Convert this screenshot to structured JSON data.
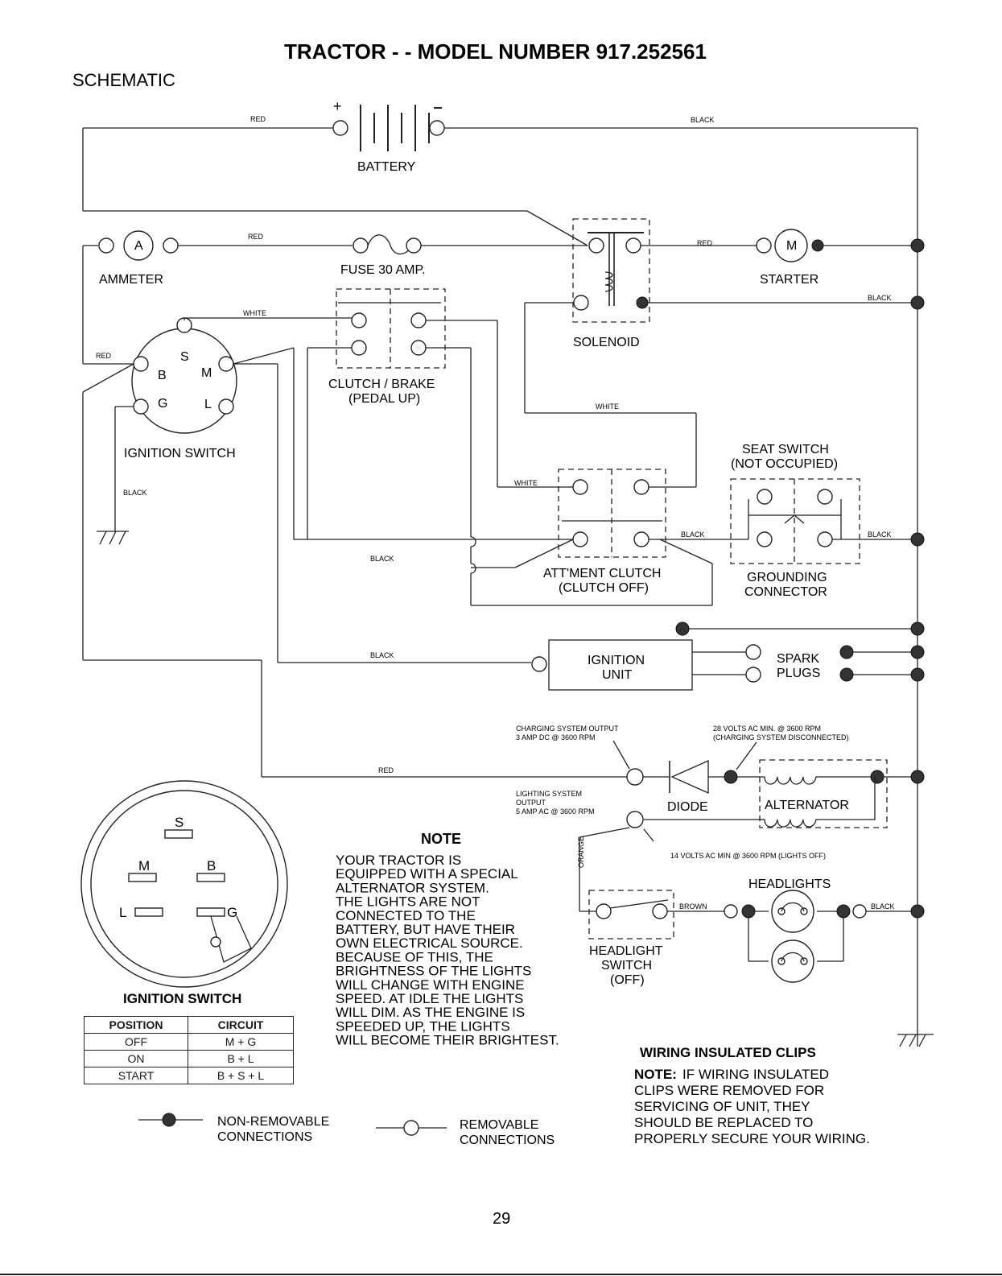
{
  "title": "TRACTOR - - MODEL NUMBER 917.252561",
  "section": "SCHEMATIC",
  "components": {
    "battery": "BATTERY",
    "ammeter": "AMMETER",
    "ammeter_symbol": "A",
    "fuse": "FUSE 30 AMP.",
    "starter": "STARTER",
    "starter_symbol": "M",
    "solenoid": "SOLENOID",
    "clutch_brake": "CLUTCH / BRAKE",
    "clutch_brake_sub": "(PEDAL UP)",
    "ignition_switch": "IGNITION SWITCH",
    "seat_switch": "SEAT SWITCH",
    "seat_switch_sub": "(NOT OCCUPIED)",
    "attment_clutch": "ATT'MENT CLUTCH",
    "attment_clutch_sub": "(CLUTCH OFF)",
    "grounding_connector_1": "GROUNDING",
    "grounding_connector_2": "CONNECTOR",
    "ignition_unit_1": "IGNITION",
    "ignition_unit_2": "UNIT",
    "spark_plugs_1": "SPARK",
    "spark_plugs_2": "PLUGS",
    "diode": "DIODE",
    "alternator": "ALTERNATOR",
    "headlights": "HEADLIGHTS",
    "headlight_switch_1": "HEADLIGHT",
    "headlight_switch_2": "SWITCH",
    "headlight_switch_3": "(OFF)"
  },
  "ignition_terminals": {
    "s": "S",
    "b": "B",
    "m": "M",
    "g": "G",
    "l": "L"
  },
  "wires": {
    "red": "RED",
    "black": "BLACK",
    "white": "WHITE",
    "orange": "ORANGE",
    "brown": "BROWN"
  },
  "annotations": {
    "charging_1": "CHARGING SYSTEM OUTPUT",
    "charging_2": "3 AMP DC @ 3600 RPM",
    "ac28_1": "28 VOLTS AC MIN. @ 3600 RPM",
    "ac28_2": "(CHARGING SYSTEM DISCONNECTED)",
    "lighting_1": "LIGHTING SYSTEM",
    "lighting_2": "OUTPUT",
    "lighting_3": "5 AMP AC @ 3600 RPM",
    "ac14": "14 VOLTS AC MIN  @ 3600 RPM (LIGHTS OFF)"
  },
  "note": {
    "heading": "NOTE",
    "lines": [
      "YOUR TRACTOR IS",
      "EQUIPPED WITH A SPECIAL",
      "ALTERNATOR SYSTEM.",
      "THE LIGHTS ARE NOT",
      "CONNECTED TO THE",
      "BATTERY, BUT HAVE THEIR",
      "OWN ELECTRICAL SOURCE.",
      "BECAUSE OF THIS, THE",
      "BRIGHTNESS OF THE LIGHTS",
      "WILL CHANGE WITH ENGINE",
      "SPEED.  AT IDLE THE LIGHTS",
      "WILL DIM.  AS THE ENGINE IS",
      "SPEEDED UP, THE LIGHTS",
      "WILL BECOME THEIR BRIGHTEST."
    ]
  },
  "ignition_switch_table": {
    "title": "IGNITION SWITCH",
    "headers": [
      "POSITION",
      "CIRCUIT"
    ],
    "rows": [
      [
        "OFF",
        "M + G"
      ],
      [
        "ON",
        "B + L"
      ],
      [
        "START",
        "B + S + L"
      ]
    ]
  },
  "legend": {
    "non_removable_1": "NON-REMOVABLE",
    "non_removable_2": "CONNECTIONS",
    "removable_1": "REMOVABLE",
    "removable_2": "CONNECTIONS"
  },
  "wiring_clips": {
    "heading": "WIRING INSULATED CLIPS",
    "note_label": "NOTE:",
    "line1": "IF WIRING INSULATED",
    "lines": [
      "CLIPS WERE REMOVED FOR",
      "SERVICING OF UNIT, THEY",
      "SHOULD BE REPLACED TO",
      "PROPERLY SECURE YOUR WIRING."
    ]
  },
  "page_number": "29"
}
